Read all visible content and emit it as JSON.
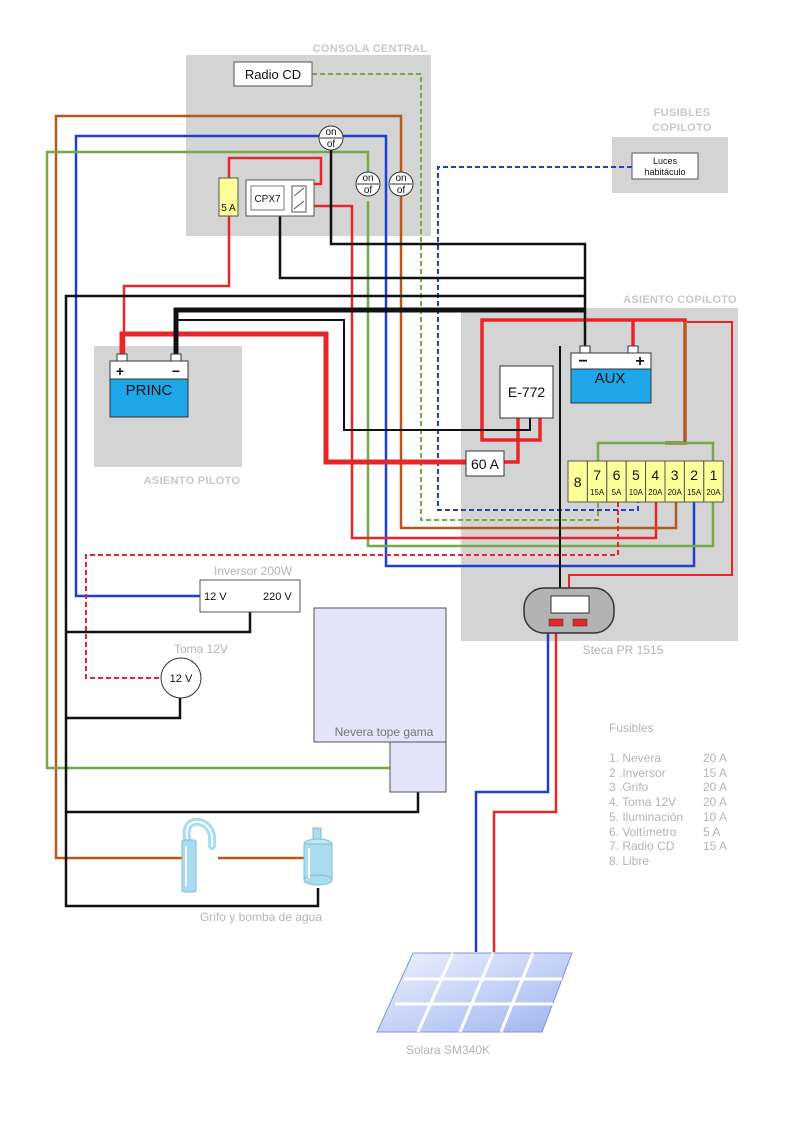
{
  "zones": {
    "consola": "CONSOLA CENTRAL",
    "fusibles_copiloto_line1": "FUSIBLES",
    "fusibles_copiloto_line2": "COPILOTO",
    "asiento_copiloto": "ASIENTO COPILOTO",
    "asiento_piloto": "ASIENTO PILOTO"
  },
  "components": {
    "radio_cd": "Radio CD",
    "luces_line1": "Luces",
    "luces_line2": "habitáculo",
    "switch_on": "on",
    "switch_of": "of",
    "fuse_5a": "5 A",
    "cpx7": "CPX7",
    "princ": "PRINC",
    "aux": "AUX",
    "e772": "E-772",
    "fuse_60a": "60 A",
    "plus": "+",
    "minus": "−",
    "inversor_title": "Inversor 200W",
    "inversor_12v": "12 V",
    "inversor_220v": "220 V",
    "toma_title": "Toma 12V",
    "toma_12v": "12 V",
    "nevera": "Nevera tope gama",
    "grifo": "Grifo y bomba de agua",
    "steca": "Steca PR 1515",
    "solar": "Solara SM340K"
  },
  "fuse_block": [
    {
      "num": "8",
      "amp": ""
    },
    {
      "num": "7",
      "amp": "15A"
    },
    {
      "num": "6",
      "amp": "5A"
    },
    {
      "num": "5",
      "amp": "10A"
    },
    {
      "num": "4",
      "amp": "20A"
    },
    {
      "num": "3",
      "amp": "20A"
    },
    {
      "num": "2",
      "amp": "15A"
    },
    {
      "num": "1",
      "amp": "20A"
    }
  ],
  "legend": {
    "title": "Fusibles",
    "rows": [
      {
        "name": "1. Nevera",
        "amp": "20 A"
      },
      {
        "name": "2 .Inversor",
        "amp": "15 A"
      },
      {
        "name": "3 .Grifo",
        "amp": "20 A"
      },
      {
        "name": "4. Toma 12V",
        "amp": "20 A"
      },
      {
        "name": "5. Iluminación",
        "amp": "10 A"
      },
      {
        "name": "6. Voltímetro",
        "amp": "5 A"
      },
      {
        "name": "7. Radio CD",
        "amp": "15 A"
      },
      {
        "name": "8. Libre",
        "amp": ""
      }
    ]
  },
  "colors": {
    "red": "#e8262a",
    "black": "#111111",
    "blue": "#1f3fd0",
    "brown": "#b5581c",
    "green": "#77a84a",
    "zone_gray": "#d4d4d4",
    "battery_blue": "#1da7e8",
    "fuse_yellow": "#ffff99"
  }
}
